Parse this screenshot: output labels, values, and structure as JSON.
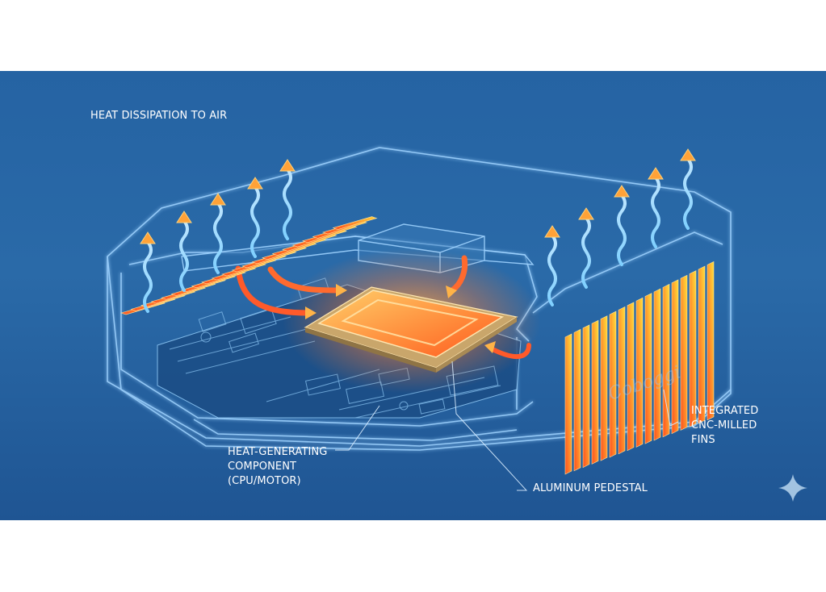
{
  "labels": {
    "heat_dissipation": "HEAT DISSIPATION TO AIR",
    "heat_component": "HEAT-GENERATING\nCOMPONENT\n(CPU/MOTOR)",
    "pedestal": "ALUMINUM PEDESTAL",
    "fins": "INTEGRATED\nCNC-MILLED\nFINS"
  },
  "logo_text": "Coboggi",
  "colors": {
    "background_top": "#2563a3",
    "outline": "#9fd3ff",
    "heat_hot": "#ff5a1f",
    "heat_warm": "#ffd23a",
    "air_wave": "#7fd0ff"
  },
  "icons": [
    "heat-arrow-icon",
    "sparkle-icon"
  ]
}
